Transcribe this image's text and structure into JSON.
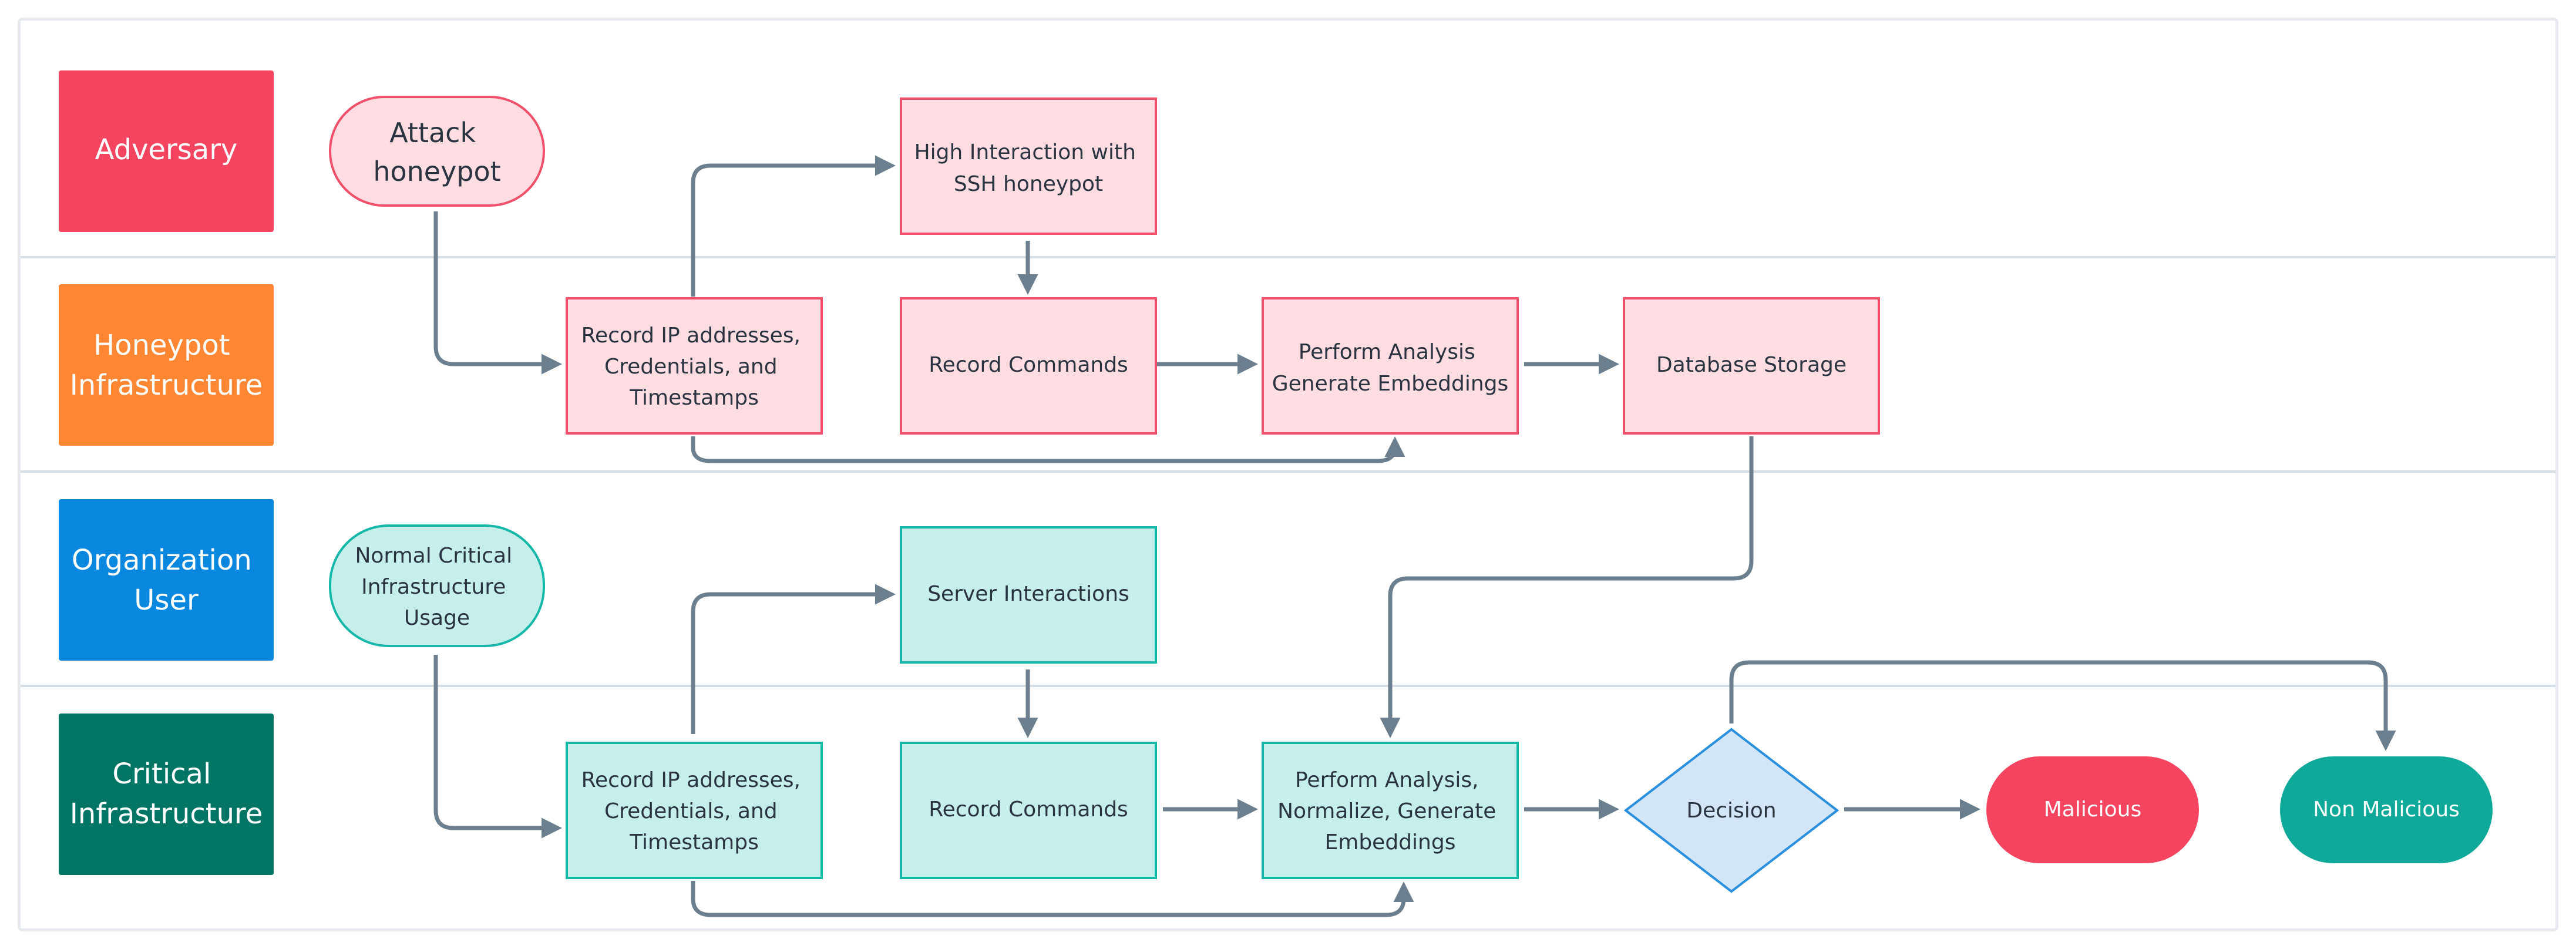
{
  "lanes": {
    "adversary": "Adversary",
    "honeypot": [
      "Honeypot",
      "Infrastructure"
    ],
    "org_user": [
      "Organization",
      "User"
    ],
    "critical": [
      "Critical",
      "Infrastructure"
    ]
  },
  "nodes": {
    "attack": [
      "Attack",
      "honeypot"
    ],
    "high_interaction": [
      "High Interaction with",
      "SSH honeypot"
    ],
    "hp_record_ip": [
      "Record IP addresses,",
      "Credentials, and",
      "Timestamps"
    ],
    "hp_record_cmd": "Record Commands",
    "hp_analysis": [
      "Perform Analysis",
      "Generate Embeddings"
    ],
    "database": "Database Storage",
    "normal_usage": [
      "Normal Critical",
      "Infrastructure",
      "Usage"
    ],
    "server_interactions": "Server Interactions",
    "ci_record_ip": [
      "Record IP addresses,",
      "Credentials, and",
      "Timestamps"
    ],
    "ci_record_cmd": "Record Commands",
    "ci_analysis": [
      "Perform Analysis,",
      "Normalize, Generate",
      "Embeddings"
    ],
    "decision": "Decision",
    "malicious": "Malicious",
    "non_malicious": "Non Malicious"
  },
  "colors": {
    "adversary": "#f4445f",
    "honeypot": "#ff8632",
    "org_user": "#0a87df",
    "critical": "#027565",
    "pink_fill": "#fddde2",
    "pink_stroke": "#f0506a",
    "teal_fill": "#c6efec",
    "teal_stroke": "#14b7a8",
    "decision_fill": "#d3e6f7",
    "decision_stroke": "#2a8fdc",
    "malicious": "#f4445f",
    "non_malicious": "#0ea999",
    "arrow": "#6b7f8e",
    "lane_line": "#d6dee5"
  }
}
